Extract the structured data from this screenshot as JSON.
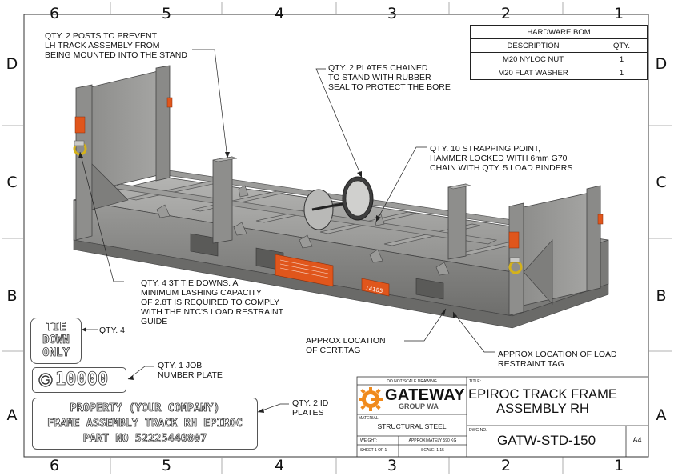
{
  "zones": {
    "columns": [
      "6",
      "5",
      "4",
      "3",
      "2",
      "1"
    ],
    "rows": [
      "D",
      "C",
      "B",
      "A"
    ]
  },
  "bom": {
    "title": "HARDWARE BOM",
    "headers": [
      "DESCRIPTION",
      "QTY."
    ],
    "rows": [
      {
        "description": "M20 NYLOC NUT",
        "qty": "1"
      },
      {
        "description": "M20 FLAT WASHER",
        "qty": "1"
      }
    ]
  },
  "notes": {
    "posts": "QTY. 2 POSTS TO PREVENT\nLH TRACK ASSEMBLY FROM\nBEING MOUNTED INTO THE STAND",
    "plates": "QTY. 2 PLATES CHAINED\nTO  STAND WITH RUBBER\nSEAL TO PROTECT THE BORE",
    "strapping": "QTY. 10 STRAPPING POINT,\nHAMMER LOCKED WITH 6mm G70\nCHAIN WITH QTY. 5 LOAD BINDERS",
    "tiedowns": "QTY. 4 3T TIE DOWNS. A\nMINIMUM LASHING CAPACITY\nOF 2.8T IS REQUIRED TO COMPLY\nWITH THE NTC'S LOAD RESTRAINT\nGUIDE",
    "cert_tag": "APPROX LOCATION\nOF CERT.TAG",
    "restraint_tag": "APPROX LOCATION OF LOAD\nRESTRAINT TAG",
    "tie_qty": "QTY. 4",
    "job_plate": "QTY. 1 JOB\nNUMBER PLATE",
    "id_plates": "QTY. 2 ID\nPLATES"
  },
  "tie_label": [
    "TIE",
    "DOWN",
    "ONLY"
  ],
  "job_number": "10000",
  "id_plate_lines": [
    "PROPERTY (YOUR COMPANY)",
    "FRAME ASSEMBLY TRACK RH EPIROC",
    "PART NO 52225440807"
  ],
  "title_block": {
    "do_not_scale": "DO NOT SCALE DRAWING",
    "brand": "GATEWAY",
    "brand_sub": "GROUP WA",
    "material_label": "MATERIAL:",
    "material": "STRUCTURAL STEEL",
    "weight_label": "WEIGHT:",
    "weight": "APPROXIMATELY 590 KG",
    "sheet": "SHEET 1 OF 1",
    "scale": "SCALE: 1:15",
    "title_label": "TITLE:",
    "title_line1": "EPIROC TRACK FRAME",
    "title_line2": "ASSEMBLY RH",
    "dwg_label": "DWG NO.",
    "dwg_no": "GATW-STD-150",
    "size": "A4"
  },
  "model_labels": {
    "tag_number": "14185",
    "tie_small": "TIE DOWN ONLY"
  },
  "colors": {
    "steel": "#8c8c8a",
    "orange_tag": "#e0561c",
    "brand_orange": "#f08a1c",
    "yellow_ring": "#e0c020"
  }
}
